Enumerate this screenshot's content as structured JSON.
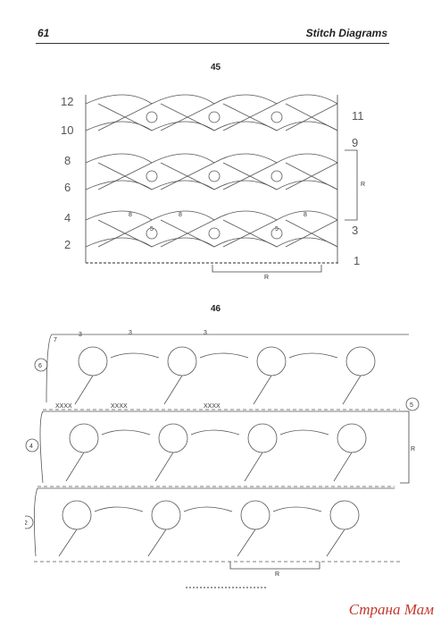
{
  "header": {
    "page_number": "61",
    "section_title": "Stitch Diagrams"
  },
  "diagram45": {
    "label": "45",
    "row_labels_left": [
      "12",
      "10",
      "8",
      "6",
      "4",
      "2"
    ],
    "row_labels_right": [
      "11",
      "9",
      "3",
      "1"
    ],
    "repeat_label": "R",
    "repeat_label_side": "R",
    "inner_numbers": [
      "8",
      "8",
      "5",
      "5",
      "8"
    ]
  },
  "diagram46": {
    "label": "46",
    "row_labels_left": [
      "6",
      "4",
      "2"
    ],
    "row_label_right": "5",
    "repeat_label": "R",
    "repeat_label_side": "R",
    "chain_counts": [
      "7",
      "3",
      "3",
      "3"
    ],
    "stitch_marks": [
      "XXXX",
      "XXXX",
      "XXXX"
    ]
  },
  "watermark": {
    "text": "Страна Мам"
  }
}
